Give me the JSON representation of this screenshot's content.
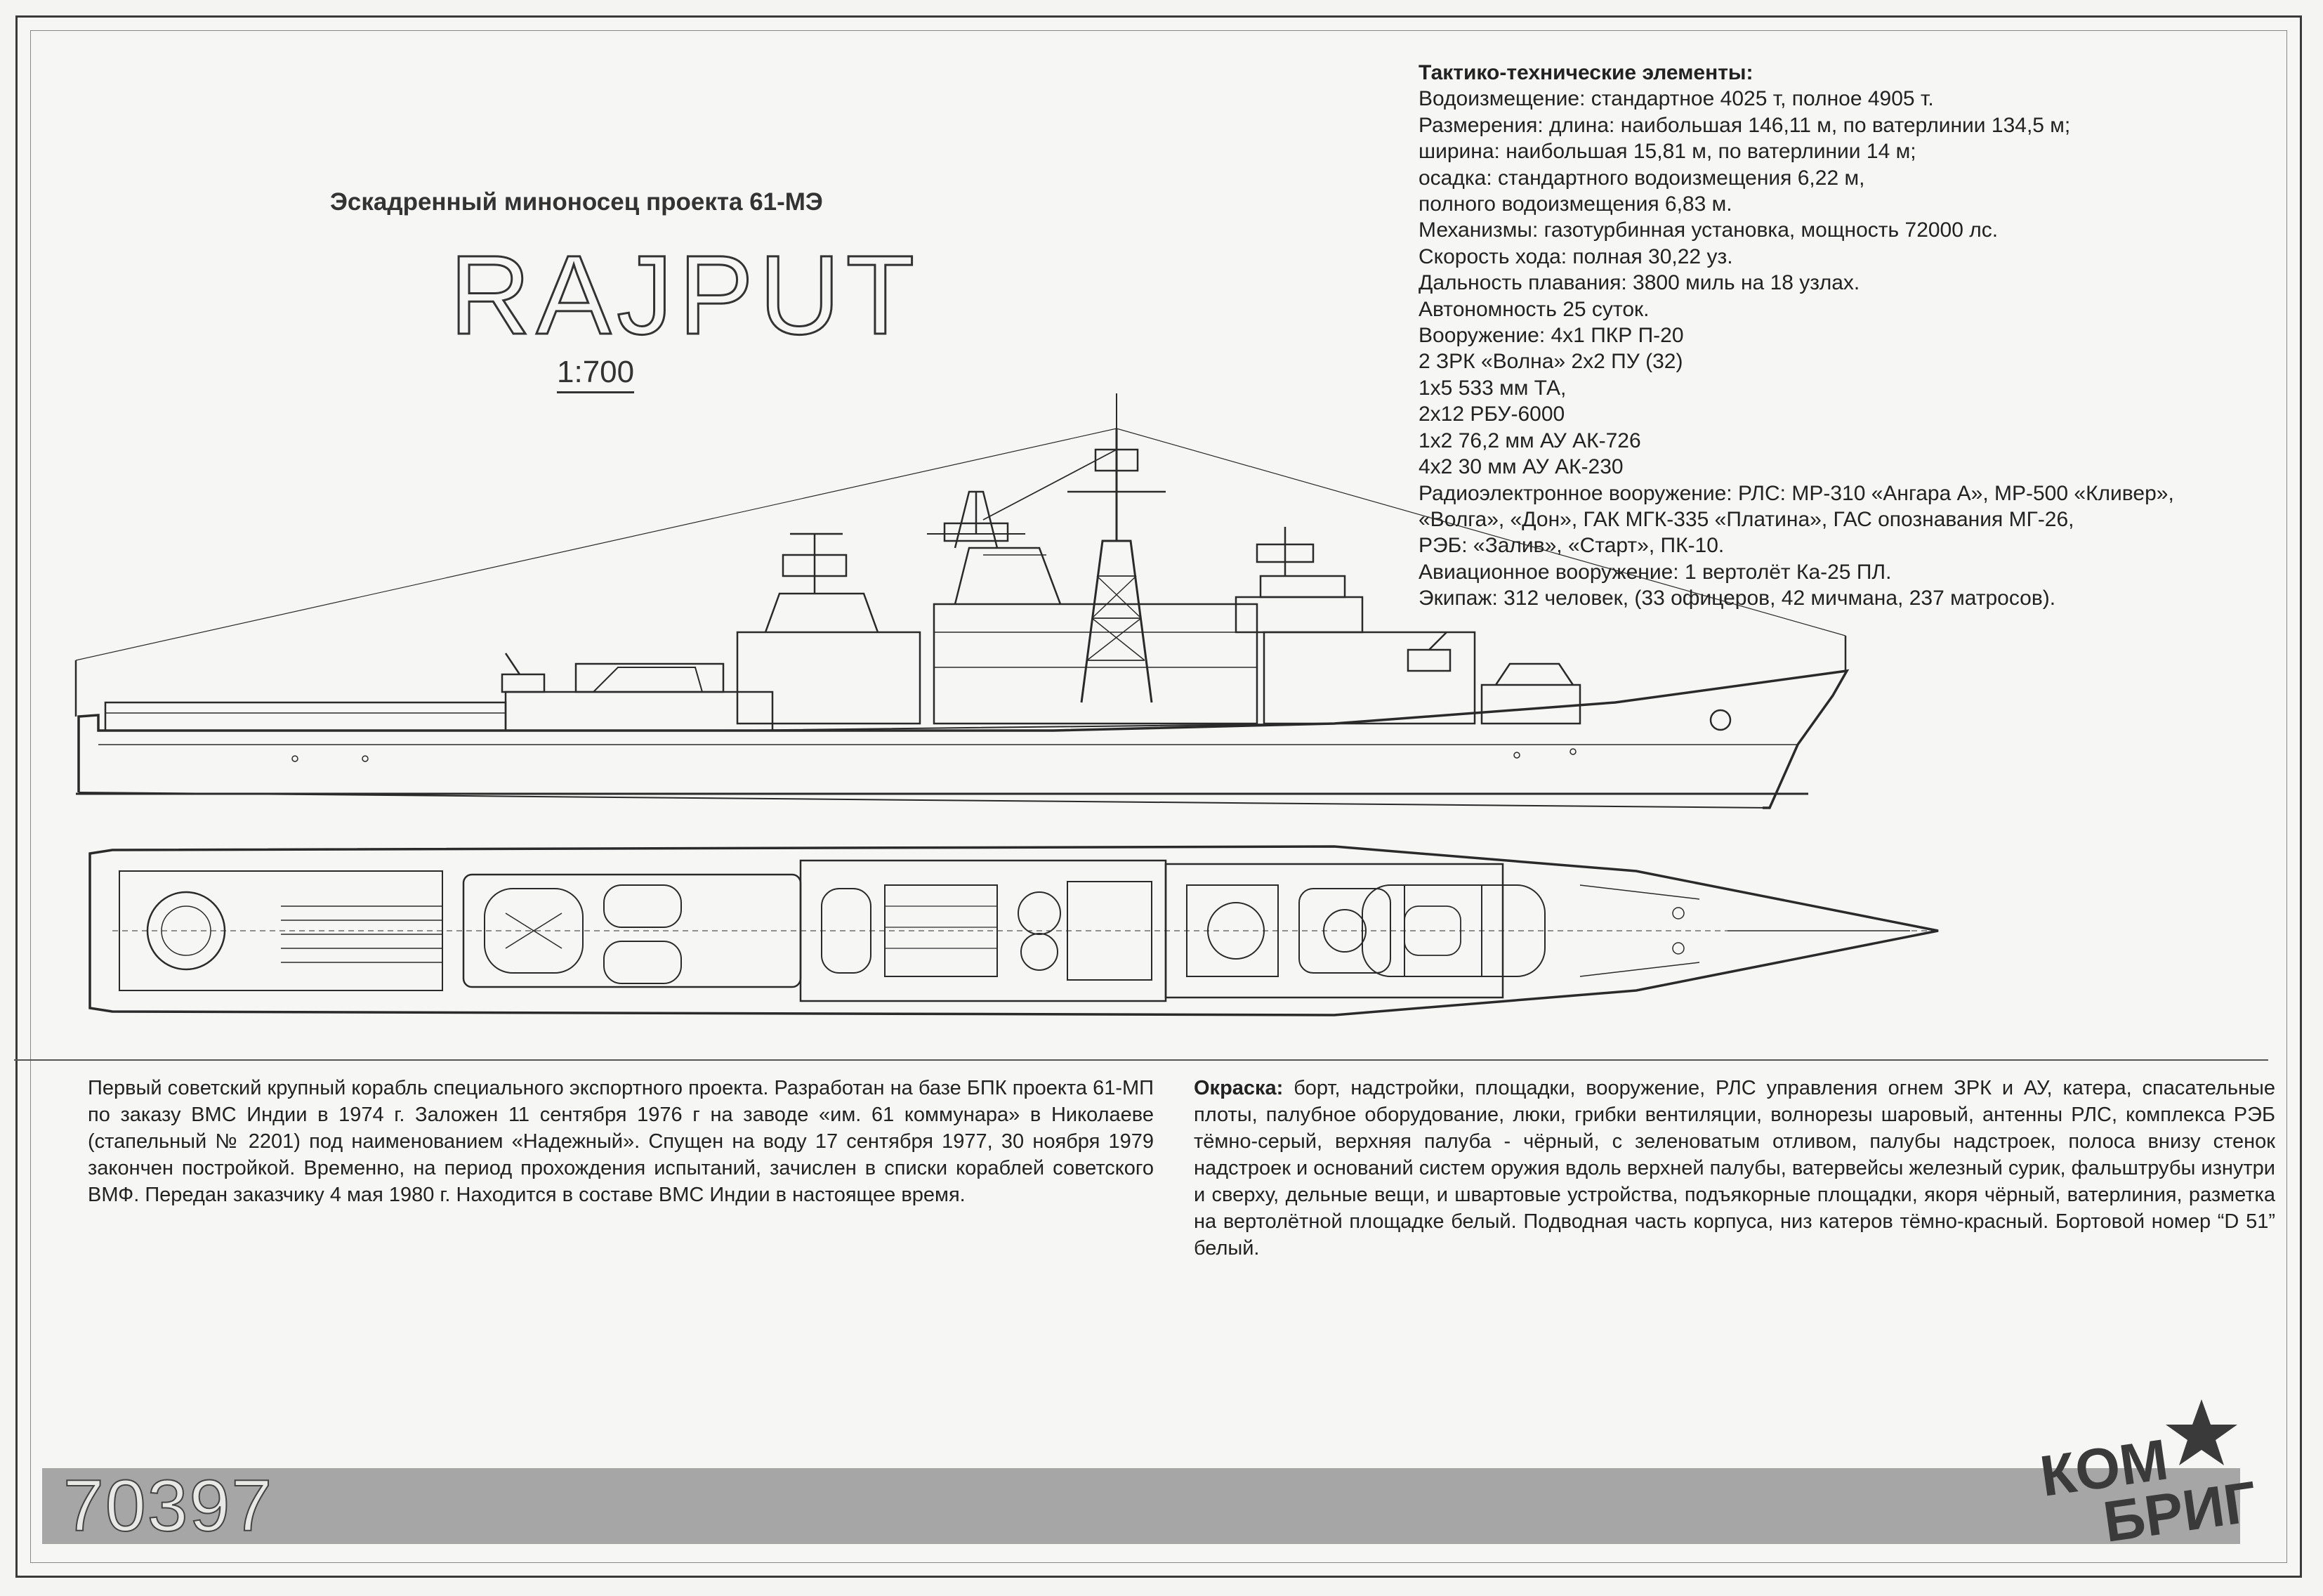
{
  "header": {
    "subtitle": "Эскадренный миноносец проекта 61-МЭ",
    "ship_name": "RAJPUT",
    "scale": "1:700"
  },
  "specs": {
    "title": "Тактико-технические элементы:",
    "lines": [
      "Водоизмещение: стандартное 4025 т, полное 4905 т.",
      "Размерения: длина: наибольшая 146,11 м, по ватерлинии 134,5 м;",
      "ширина: наибольшая 15,81 м, по ватерлинии 14 м;",
      "осадка: стандартного водоизмещения 6,22 м,",
      "полного водоизмещения 6,83 м.",
      "Механизмы: газотурбинная установка, мощность 72000 лс.",
      "Скорость хода: полная 30,22 уз.",
      "Дальность плавания: 3800 миль на 18 узлах.",
      "Автономность 25 суток.",
      "Вооружение: 4х1 ПКР П-20",
      "2 ЗРК «Волна» 2х2 ПУ (32)",
      "1х5 533 мм ТА,",
      "2х12 РБУ-6000",
      "1х2 76,2 мм АУ АК-726",
      "4х2 30 мм АУ АК-230",
      "Радиоэлектронное вооружение: РЛС: МР-310 «Ангара А», МР-500 «Кливер»,",
      "«Волга», «Дон», ГАК МГК-335 «Платина», ГАС опознавания МГ-26,",
      "РЭБ: «Залив», «Старт», ПК-10.",
      "Авиационное вооружение: 1 вертолёт Ка-25 ПЛ.",
      "Экипаж: 312 человек, (33 офицеров, 42 мичмана, 237 матросов)."
    ]
  },
  "history": {
    "text": "Первый советский крупный корабль специального экспортного проекта. Разработан на базе БПК проекта 61-МП по заказу ВМС Индии в 1974 г. Заложен 11 сентября 1976 г на заводе «им. 61 коммунара» в Николаеве (стапельный № 2201) под наименованием «Надежный». Спущен на воду 17 сентября 1977, 30 ноября 1979 закончен постройкой. Временно, на период прохождения испытаний, зачислен в списки кораблей советского ВМФ. Передан заказчику 4 мая 1980 г. Находится в составе ВМС Индии в настоящее время."
  },
  "paint": {
    "label": "Окраска:",
    "text": " борт, надстройки, площадки, вооружение, РЛС управления огнем ЗРК и АУ, катера, спасательные плоты, палубное оборудование, люки, грибки вентиляции, волнорезы шаровый, антенны РЛС, комплекса РЭБ тёмно-серый, верхняя палуба - чёрный, с зеленоватым отливом, палубы надстроек, полоса внизу стенок надстроек и оснований систем оружия вдоль верхней палубы, ватервейсы железный сурик, фальштрубы изнутри и сверху, дельные вещи, и швартовые устройства, подъякорные площадки, якоря чёрный, ватерлиния, разметка на вертолётной площадке белый. Подводная часть корпуса, низ катеров тёмно-красный. Бортовой номер “D 51” белый."
  },
  "footer": {
    "catalog_number": "70397",
    "logo_top": "КОМ",
    "logo_bottom": "БРИГ"
  },
  "colors": {
    "line": "#2a2a2a",
    "band": "#a6a6a6",
    "logo": "#3a3a3a"
  }
}
